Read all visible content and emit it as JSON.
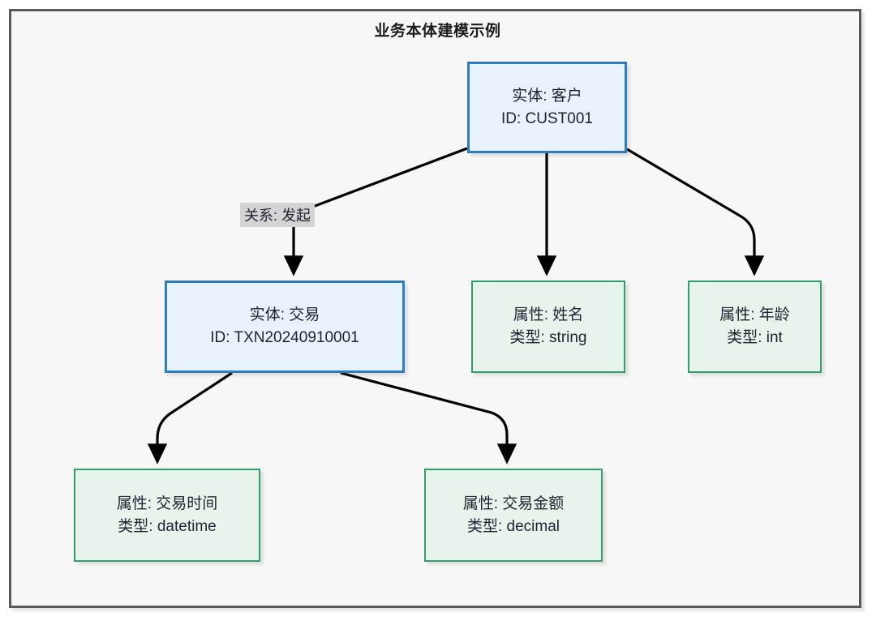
{
  "diagram": {
    "title": "业务本体建模示例",
    "frame": {
      "border_color": "#595959",
      "background": "#f7f7f7"
    },
    "palette": {
      "entity_fill": "#e7f2fb",
      "entity_border": "#2e7cc0",
      "attribute_fill": "#e7f4ec",
      "attribute_border": "#2f9e68",
      "edge_color": "#000000",
      "edge_label_background": "#d4d4d4",
      "text_color": "#1c2433"
    },
    "nodes": {
      "customer": {
        "line1": "实体: 客户",
        "line2": "ID: CUST001",
        "kind": "entity"
      },
      "transaction": {
        "line1": "实体: 交易",
        "line2": "ID: TXN20240910001",
        "kind": "entity"
      },
      "attr_name": {
        "line1": "属性: 姓名",
        "line2": "类型: string",
        "kind": "attribute"
      },
      "attr_age": {
        "line1": "属性: 年龄",
        "line2": "类型: int",
        "kind": "attribute"
      },
      "attr_time": {
        "line1": "属性: 交易时间",
        "line2": "类型: datetime",
        "kind": "attribute"
      },
      "attr_amount": {
        "line1": "属性: 交易金额",
        "line2": "类型: decimal",
        "kind": "attribute"
      }
    },
    "edges": [
      {
        "id": "customer-to-transaction",
        "from": "customer",
        "to": "transaction",
        "label": "关系: 发起"
      },
      {
        "id": "customer-to-attr-name",
        "from": "customer",
        "to": "attr_name",
        "label": ""
      },
      {
        "id": "customer-to-attr-age",
        "from": "customer",
        "to": "attr_age",
        "label": ""
      },
      {
        "id": "transaction-to-attr-time",
        "from": "transaction",
        "to": "attr_time",
        "label": ""
      },
      {
        "id": "transaction-to-attr-amount",
        "from": "transaction",
        "to": "attr_amount",
        "label": ""
      }
    ]
  }
}
